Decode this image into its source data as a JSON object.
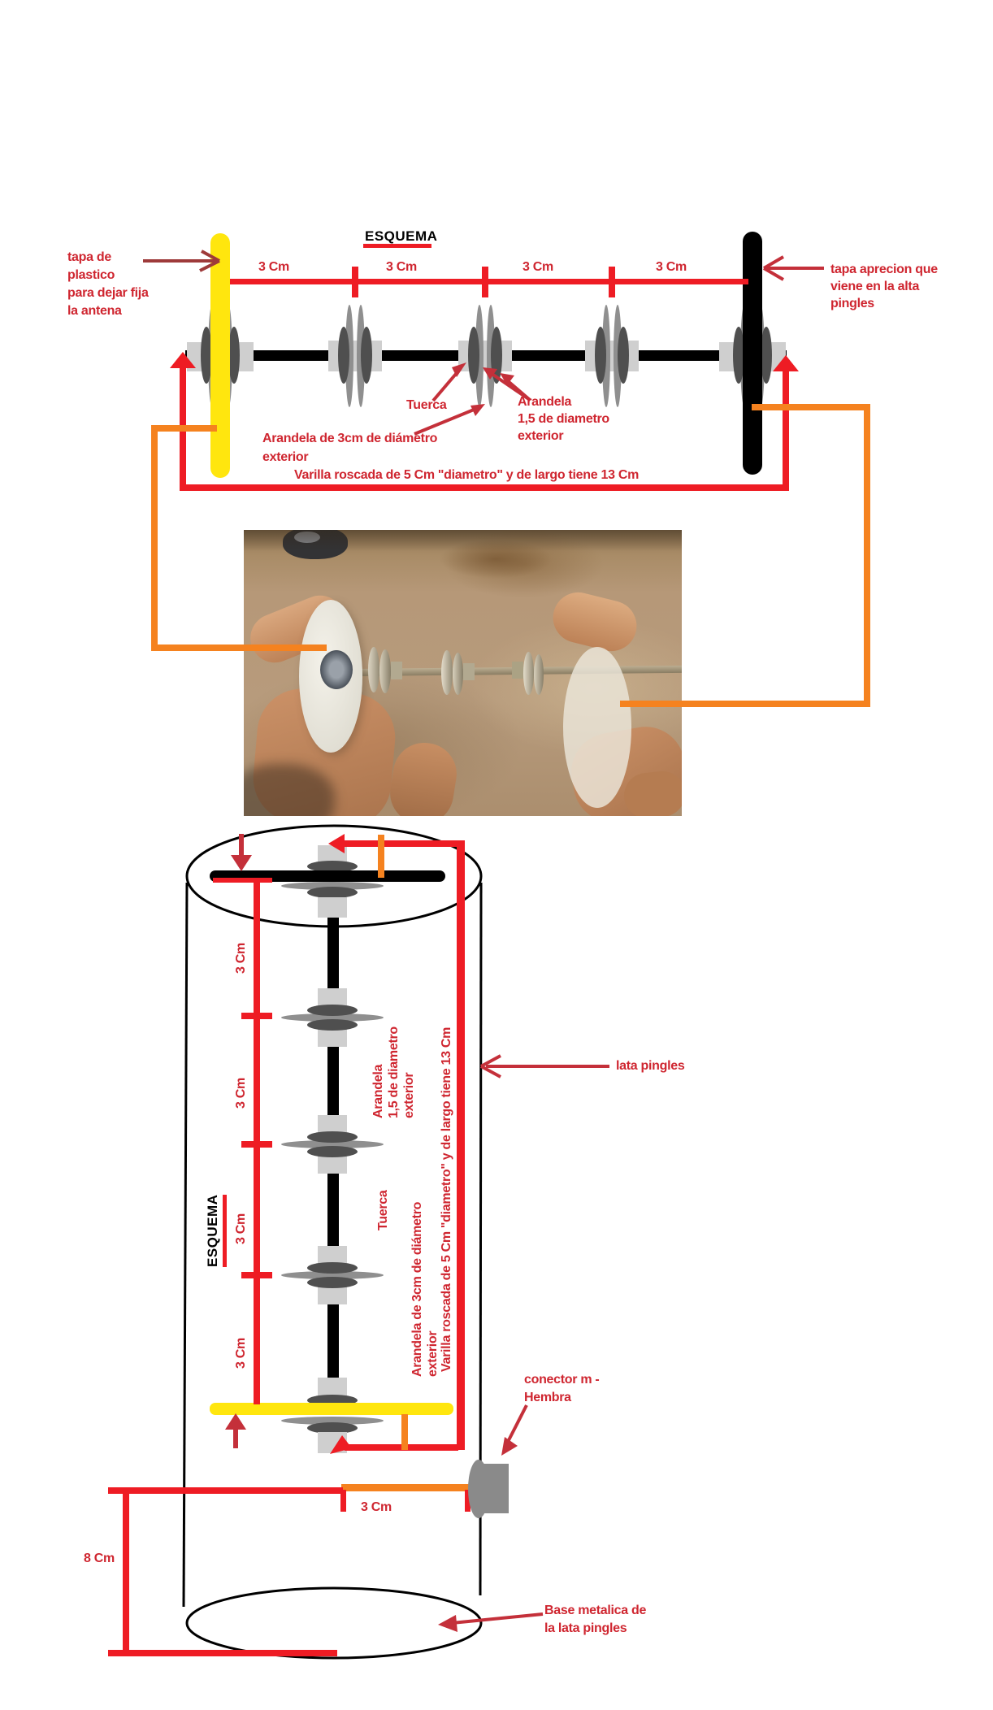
{
  "colors": {
    "dimension_red": "#ee1c24",
    "label_red": "#cf2630",
    "annotation_arrow_red": "#c4303a",
    "dark_red_arrow": "#9e3a3a",
    "orange": "#f5821f",
    "cap_yellow": "#ffe60e",
    "cap_black": "#000000",
    "nut_gray": "#cfcfcf",
    "washer_gray": "#8f8f8f",
    "washer_dark_gray": "#4f4f4f",
    "connector_gray": "#8a8a8a"
  },
  "top_schematic": {
    "title": "ESQUEMA",
    "dim_labels": [
      "3 Cm",
      "3 Cm",
      "3 Cm",
      "3 Cm"
    ],
    "left_cap_lines": [
      "tapa de",
      "plastico",
      "para dejar fija",
      "la antena"
    ],
    "right_cap_lines": [
      "tapa aprecion que",
      "viene en la alta",
      "pingles"
    ],
    "tuerca": "Tuerca",
    "arandela_small_lines": [
      "Arandela",
      "1,5 de diametro",
      "exterior"
    ],
    "arandela_big_lines": [
      "Arandela de 3cm de diámetro",
      "exterior"
    ],
    "varilla": "Varilla roscada de 5 Cm \"diametro\" y de largo tiene 13 Cm"
  },
  "bottom_schematic": {
    "title": "ESQUEMA",
    "dim_labels": [
      "3 Cm",
      "3 Cm",
      "3 Cm",
      "3 Cm"
    ],
    "tuerca": "Tuerca",
    "arandela_small_lines": [
      "Arandela",
      "1,5 de diametro",
      "exterior"
    ],
    "arandela_big_lines": [
      "Arandela de 3cm de diámetro",
      "exterior"
    ],
    "varilla": "Varilla roscada de 5 Cm \"diametro\" y de largo tiene 13 Cm",
    "lata_label": "lata pingles",
    "conector_lines": [
      "conector m -",
      "Hembra"
    ],
    "base_lines": [
      "Base metalica de",
      "la lata pingles"
    ],
    "connector_dim": "3 Cm",
    "base_height_dim": "8 Cm"
  }
}
